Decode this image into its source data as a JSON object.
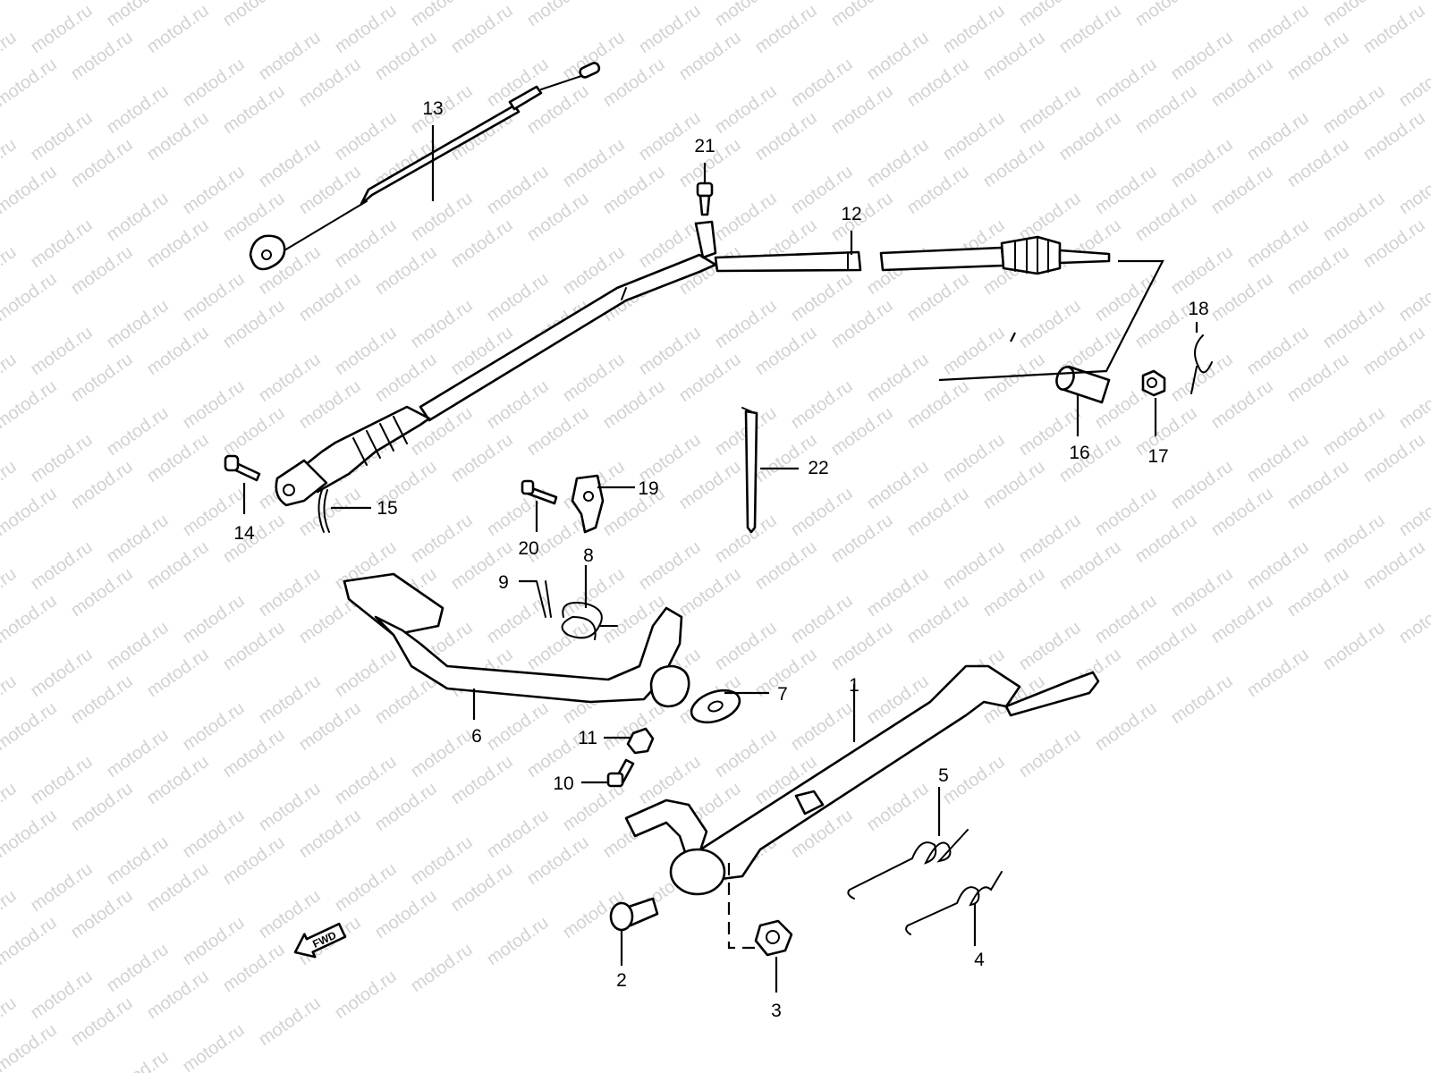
{
  "watermark": {
    "text": "motod.ru",
    "color": "#d2d2d2"
  },
  "direction_marker": {
    "label": "FWD",
    "icon": "left-arrow-icon"
  },
  "callouts": [
    {
      "id": "1",
      "label": "1"
    },
    {
      "id": "2",
      "label": "2"
    },
    {
      "id": "3",
      "label": "3"
    },
    {
      "id": "4",
      "label": "4"
    },
    {
      "id": "5",
      "label": "5"
    },
    {
      "id": "6",
      "label": "6"
    },
    {
      "id": "7",
      "label": "7"
    },
    {
      "id": "8",
      "label": "8"
    },
    {
      "id": "9",
      "label": "9"
    },
    {
      "id": "10",
      "label": "10"
    },
    {
      "id": "11",
      "label": "11"
    },
    {
      "id": "12",
      "label": "12"
    },
    {
      "id": "13",
      "label": "13"
    },
    {
      "id": "14",
      "label": "14"
    },
    {
      "id": "15",
      "label": "15"
    },
    {
      "id": "16",
      "label": "16"
    },
    {
      "id": "17",
      "label": "17"
    },
    {
      "id": "18",
      "label": "18"
    },
    {
      "id": "19",
      "label": "19"
    },
    {
      "id": "20",
      "label": "20"
    },
    {
      "id": "21",
      "label": "21"
    },
    {
      "id": "22",
      "label": "22"
    }
  ]
}
